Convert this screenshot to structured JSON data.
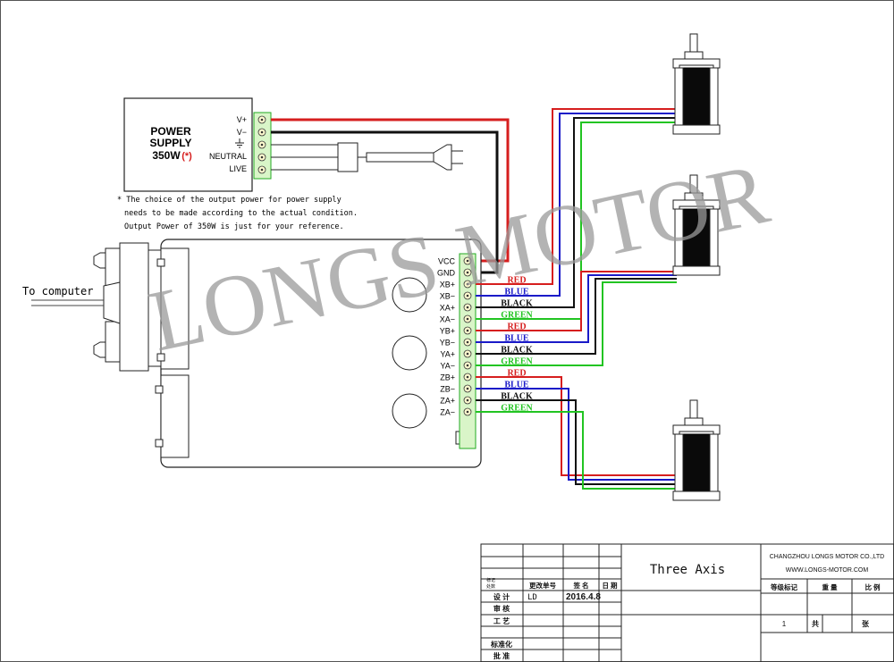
{
  "watermark": "LONGS MOTOR",
  "power_supply": {
    "title_line1": "POWER",
    "title_line2": "SUPPLY",
    "rating": "350W",
    "rating_mark": "(*)",
    "terminals": [
      "V+",
      "V−",
      "⏚",
      "NEUTRAL",
      "LIVE"
    ]
  },
  "note": {
    "line1": "* The choice of  the output power for power supply",
    "line2": "needs to be made according to the actual condition.",
    "line3": "Output Power of 350W is just for your reference."
  },
  "computer_label": "To computer",
  "driver_terminals": [
    "VCC",
    "GND",
    "XB+",
    "XB−",
    "XA+",
    "XA−",
    "YB+",
    "YB−",
    "YA+",
    "YA−",
    "ZB+",
    "ZB−",
    "ZA+",
    "ZA−"
  ],
  "wire_colors": [
    {
      "name": "RED",
      "color": "#d61e1e"
    },
    {
      "name": "BLUE",
      "color": "#1a1ac8"
    },
    {
      "name": "BLACK",
      "color": "#111111"
    },
    {
      "name": "GREEN",
      "color": "#22c422"
    }
  ],
  "title_block": {
    "title": "Three Axis",
    "company": "CHANGZHOU LONGS MOTOR CO.,LTD",
    "website": "WWW.LONGS-MOTOR.COM",
    "col_mark": "标记",
    "col_count": "处数",
    "col_change_no": "更改单号",
    "col_sign": "签  名",
    "col_date": "日 期",
    "row_design": "设  计",
    "designer": "LD",
    "design_date": "2016.4.8",
    "row_check": "审  核",
    "row_process": "工  艺",
    "row_standard": "标准化",
    "row_approve": "批  准",
    "stage_label": "等级标记",
    "weight_label": "重  量",
    "scale_label": "比  例",
    "sheet_no": "1",
    "sheet_total_label": "共",
    "sheet_label": "张"
  }
}
